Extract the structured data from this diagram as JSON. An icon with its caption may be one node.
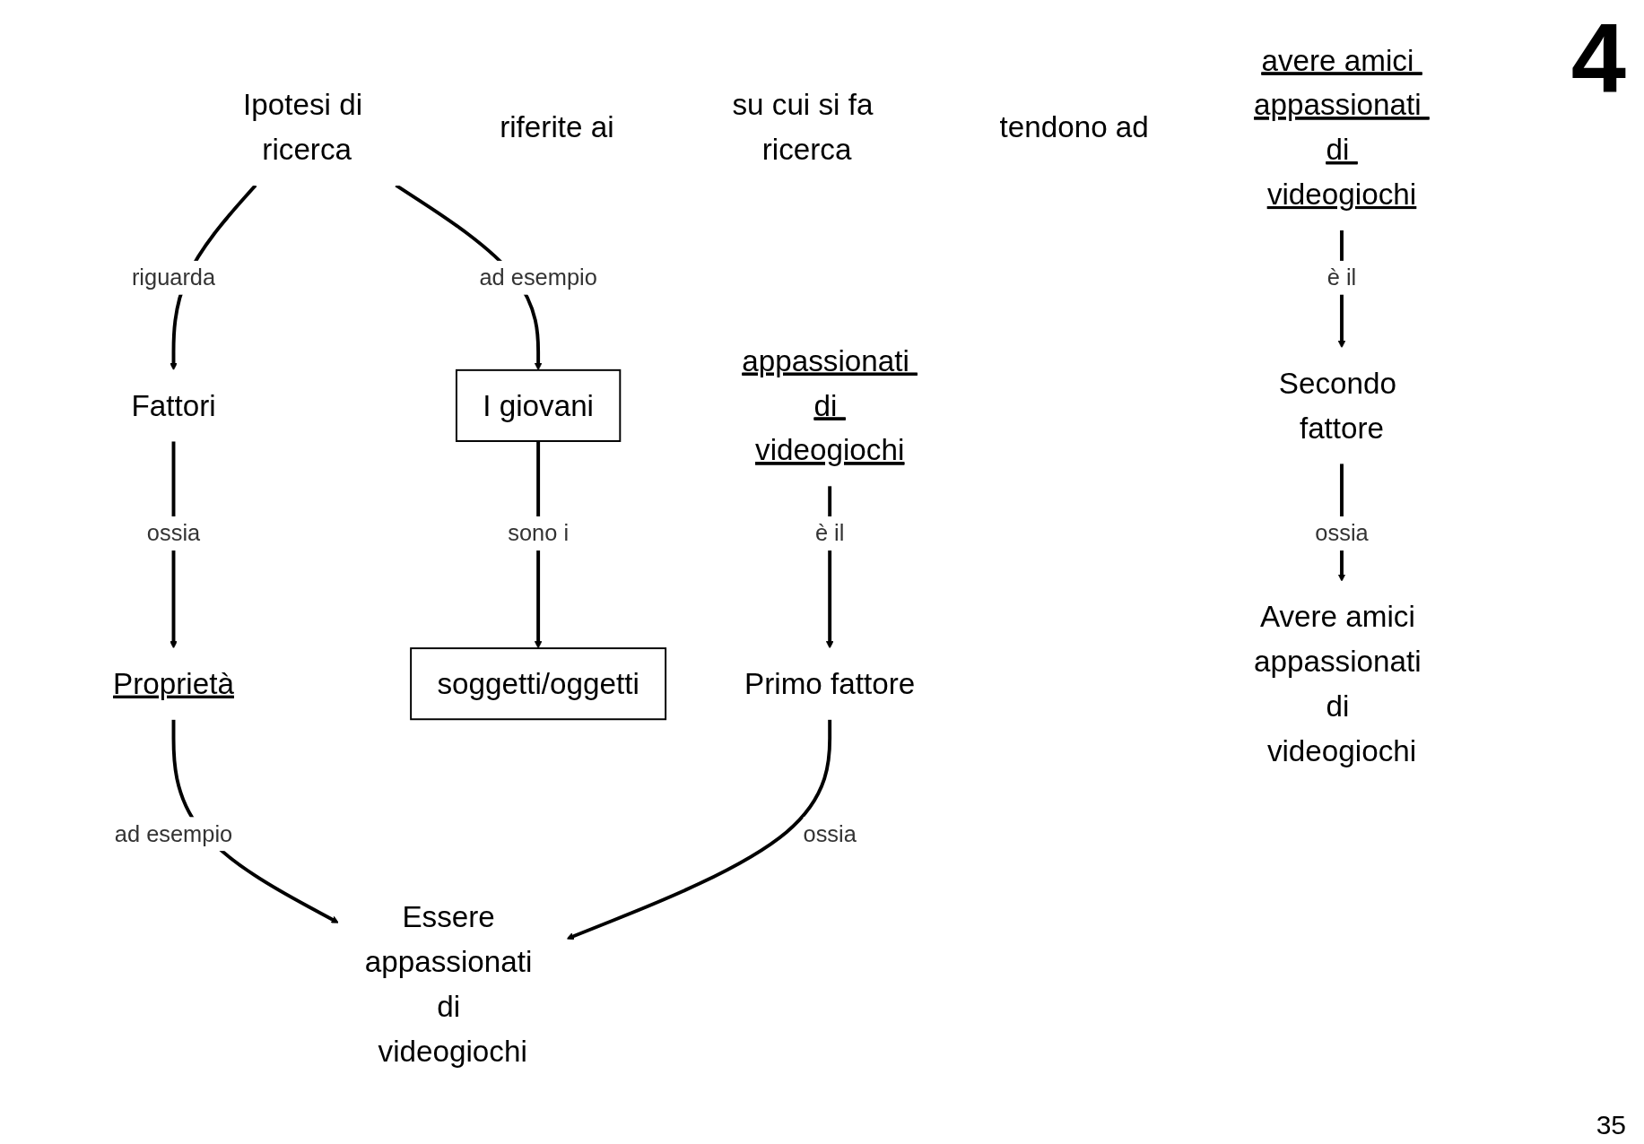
{
  "diagram": {
    "nodes": [
      {
        "text": [
          "Ipotesi di ricerca"
        ]
      },
      {
        "text": [
          "Fattori"
        ]
      },
      {
        "text": [
          "Proprietà"
        ]
      },
      {
        "text": [
          "riferite ai"
        ]
      },
      {
        "text": [
          "soggetti/oggetti"
        ]
      },
      {
        "text": [
          "su cui si fa ricerca"
        ]
      },
      {
        "text": [
          "I giovani"
        ]
      },
      {
        "text": [
          "appassionati di videogiochi"
        ]
      },
      {
        "text": [
          "tendono ad"
        ]
      },
      {
        "text": [
          "avere amici appassionati di videogiochi"
        ]
      },
      {
        "text": [
          "Primo fattore"
        ]
      },
      {
        "text": [
          "Essere appassionati di videogiochi"
        ]
      },
      {
        "text": [
          "Secondo fattore"
        ]
      },
      {
        "text": [
          "Avere amici appassionati di videogiochi"
        ]
      }
    ],
    "edges": [
      {
        "from": 0,
        "to": 1,
        "arrow": "to",
        "label": "riguarda"
      },
      {
        "from": 1,
        "to": 2,
        "arrow": "to",
        "label": "ossia"
      },
      {
        "from": 0,
        "to": 6,
        "arrow": "to",
        "label": "ad esempio"
      },
      {
        "from": 2,
        "to": 11,
        "arrow": "to",
        "label": "ad esempio"
      },
      {
        "from": 6,
        "to": 4,
        "arrow": "to",
        "label": "sono i"
      },
      {
        "from": 7,
        "to": 10,
        "arrow": "to",
        "label": "è il"
      },
      {
        "from": 10,
        "to": 11,
        "arrow": "to",
        "label": "ossia"
      },
      {
        "from": 9,
        "to": 12,
        "arrow": "to",
        "label": "è il"
      },
      {
        "from": 12,
        "to": 13,
        "arrow": "to",
        "label": "ossia"
      }
    ],
    "labels": [
      "4",
      "35"
    ]
  }
}
